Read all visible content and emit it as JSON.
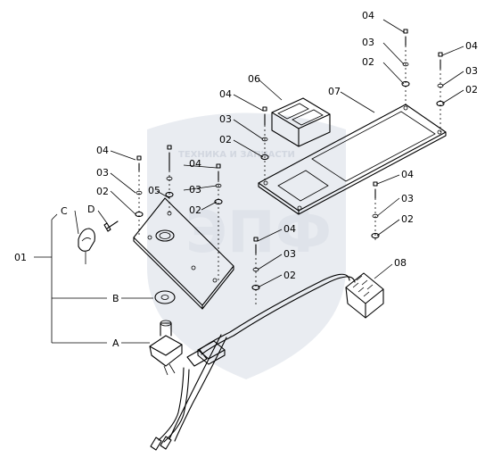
{
  "watermark": {
    "small_text": "ТЕХНИКА И ЗАПЧАСТИ",
    "big_text": "ЭПФ"
  },
  "callouts": {
    "c01": "01",
    "cA": "A",
    "cB": "B",
    "cC": "C",
    "cD": "D",
    "c02a": "02",
    "c03a": "03",
    "c04a": "04",
    "c05": "05",
    "c02b": "02",
    "c03b": "03",
    "c04b": "04",
    "c02c": "02",
    "c03c": "03",
    "c04c": "04",
    "c06": "06",
    "c07": "07",
    "c02d": "02",
    "c03d": "03",
    "c04d": "04",
    "c02e": "02",
    "c03e": "03",
    "c04e": "04",
    "c02f": "02",
    "c03f": "03",
    "c04f": "04",
    "c02g": "02",
    "c03g": "03",
    "c04g": "04",
    "c08": "08"
  }
}
